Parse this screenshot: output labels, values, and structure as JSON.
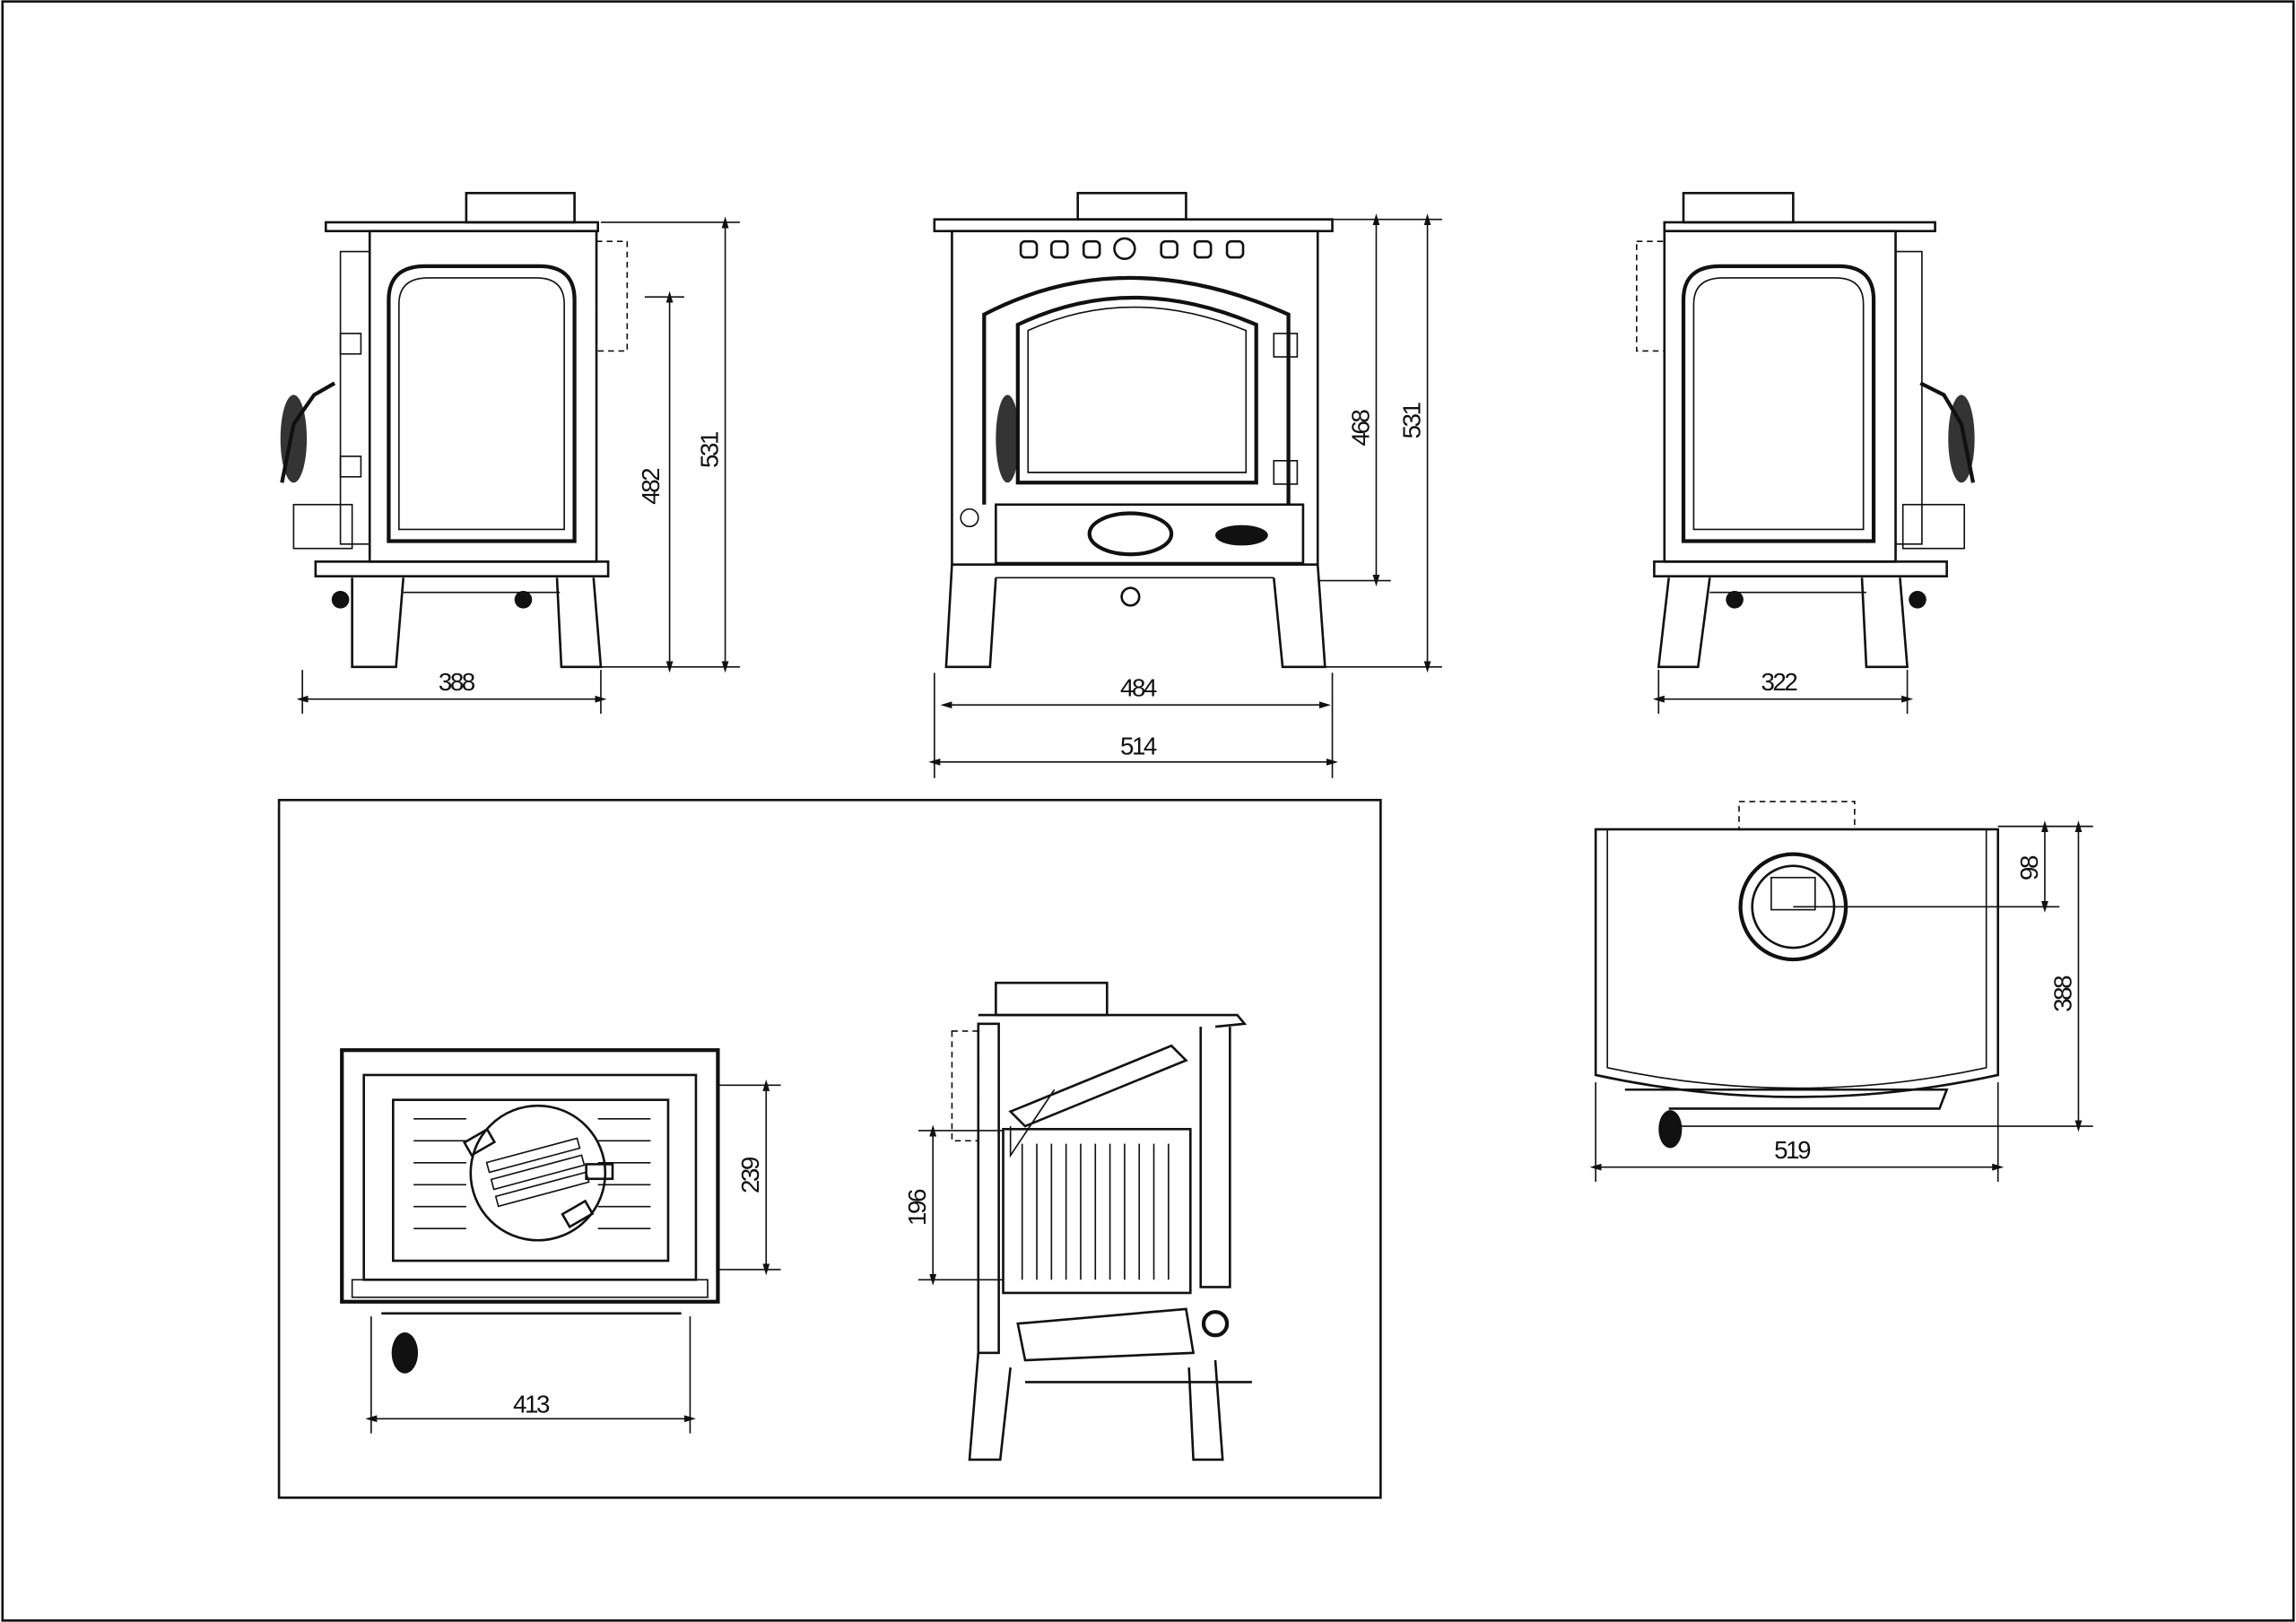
{
  "drawing": {
    "views": {
      "side_left": {
        "width_label": "388",
        "door_height_label": "482",
        "total_height_label": "531"
      },
      "front": {
        "body_height_label": "468",
        "total_height_label": "531",
        "leg_width_label": "484",
        "total_width_label": "514"
      },
      "side_right": {
        "width_label": "322"
      },
      "firebox_plan": {
        "depth_label": "239",
        "width_label": "413"
      },
      "section": {
        "height_label": "196"
      },
      "top": {
        "flue_offset_label": "98",
        "depth_label": "388",
        "width_label": "519"
      }
    },
    "line_color": "#111111",
    "background": "#ffffff"
  }
}
